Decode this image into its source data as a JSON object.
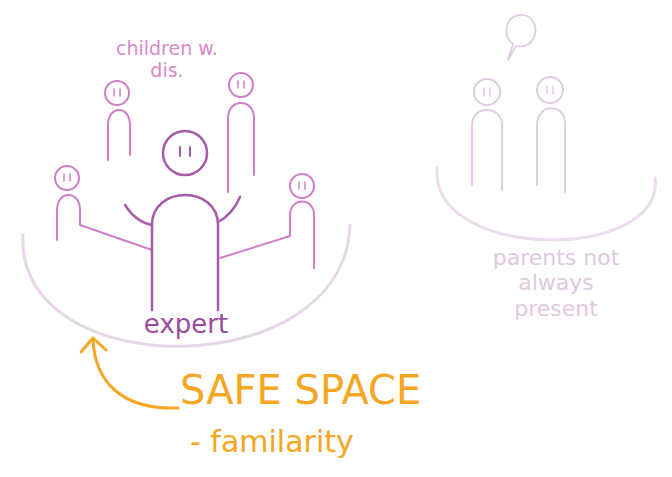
{
  "diagram": {
    "nodes": [
      {
        "text": [
          "children w. dis.",
          "expert"
        ]
      },
      {
        "text": [
          "parents not always present"
        ]
      }
    ],
    "labels": [
      "SAFE SPACE",
      "- familarity"
    ]
  }
}
